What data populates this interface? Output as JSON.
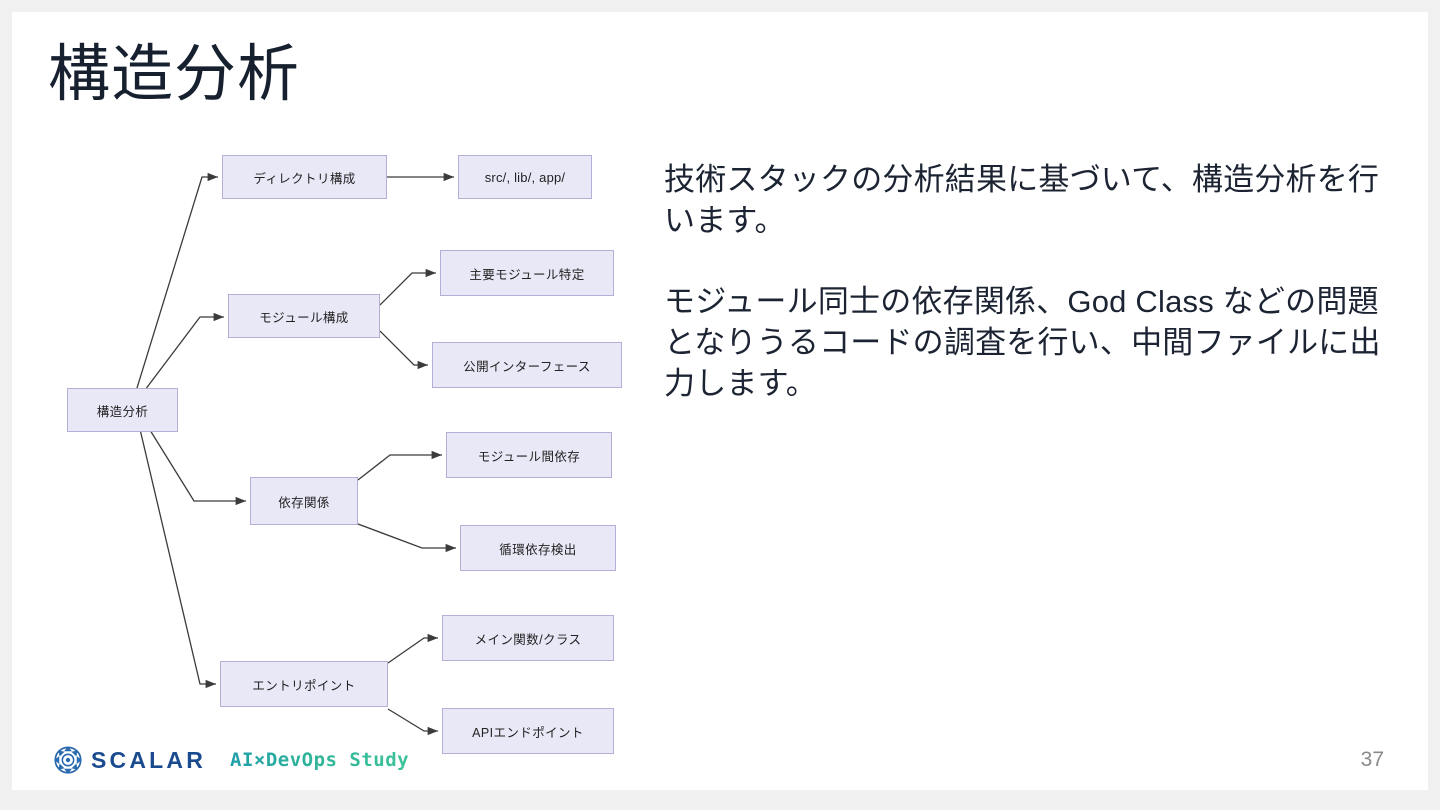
{
  "slide": {
    "title": "構造分析",
    "page_number": "37"
  },
  "body": {
    "paragraphs": [
      "技術スタックの分析結果に基づいて、構造分析を行います。",
      "モジュール同士の依存関係、God Class などの問題となりうるコードの調査を行い、中間ファイルに出力します。"
    ]
  },
  "diagram": {
    "type": "tree",
    "root": {
      "label": "構造分析"
    },
    "branches": [
      {
        "label": "ディレクトリ構成",
        "children": [
          {
            "label": "src/, lib/, app/"
          }
        ]
      },
      {
        "label": "モジュール構成",
        "children": [
          {
            "label": "主要モジュール特定"
          },
          {
            "label": "公開インターフェース"
          }
        ]
      },
      {
        "label": "依存関係",
        "children": [
          {
            "label": "モジュール間依存"
          },
          {
            "label": "循環依存検出"
          }
        ]
      },
      {
        "label": "エントリポイント",
        "children": [
          {
            "label": "メイン関数/クラス"
          },
          {
            "label": "APIエンドポイント"
          }
        ]
      }
    ],
    "node_fill": "#e9e8f7",
    "node_border": "#b3afd6",
    "edge_color": "#3b3b3b"
  },
  "footer": {
    "brand": "SCALAR",
    "tagline": "AI×DevOps Study",
    "brand_color": "#1b4b8f",
    "tagline_color": "#2bad9e"
  }
}
